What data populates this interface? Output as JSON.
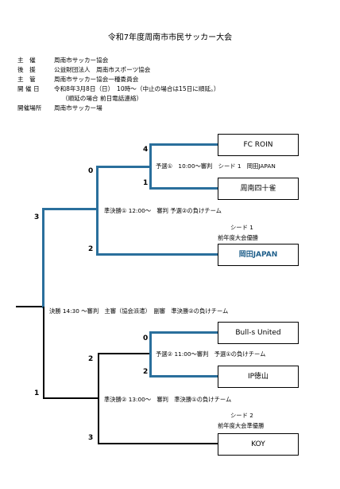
{
  "title": "令和7年度周南市市民サッカー大会",
  "info": [
    {
      "label": "主　催",
      "value": "周南市サッカー協会"
    },
    {
      "label": "後　援",
      "value": "公益財団法人　周南市スポーツ協会"
    },
    {
      "label": "主　管",
      "value": "周南市サッカー協会一種委員会"
    },
    {
      "label": "開 催 日",
      "value": "令和8年3月8日（日）　10時～（中止の場合は15日に順延。）"
    },
    {
      "label": "",
      "value": "（順延の場合 前日電話連絡）"
    },
    {
      "label": "開催場所",
      "value": "周南市サッカー場"
    }
  ],
  "teams": {
    "t1": "FC ROIN",
    "t2": "周南四十雀",
    "t3": "岡田JAPAN",
    "t4": "Bull-s United",
    "t5": "IP徳山",
    "t6": "KOY"
  },
  "scores": {
    "q1_top": "4",
    "q1_bottom": "1",
    "s1_top": "0",
    "s1_bottom": "2",
    "q2_top": "0",
    "q2_bottom": "2",
    "s2_top": "2",
    "s2_bottom": "3",
    "f_top": "3",
    "f_bottom": "1"
  },
  "matches": {
    "q1": "予選①　10:00～審判　シード 1　岡田JAPAN",
    "s1": "準決勝① 12:00～　審判 予選②の負けチーム",
    "final": "決勝 14:30 ～審判　主審（協会派遣）　副審　準決勝②の負けチーム",
    "q2": "予選②  11:00～審判　予選①の負けチーム",
    "s2": "準決勝② 13:00～　審判　準決勝①の負けチーム"
  },
  "seeds": {
    "seed1_label": "シード 1",
    "seed1_note": "前年度大会優勝",
    "seed2_label": "シード 2",
    "seed2_note": "前年度大会準優勝"
  },
  "colors": {
    "bracket": "#2a6f9c",
    "team_highlight": "#1f5f8b"
  }
}
